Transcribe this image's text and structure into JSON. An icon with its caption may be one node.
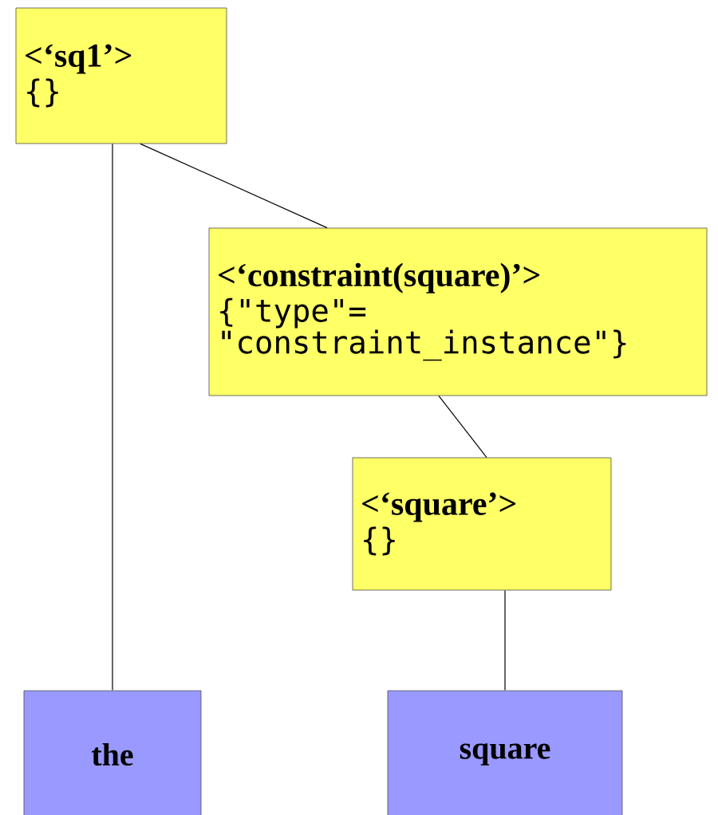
{
  "diagram": {
    "nodes": [
      {
        "text": [
          "<‘sq1’>",
          "{}"
        ]
      },
      {
        "text": [
          "<‘constraint(square)’>",
          "{\"type\"= \"constraint_instance\"}"
        ]
      },
      {
        "text": [
          "<‘square’>",
          "{}"
        ]
      },
      {
        "text": [
          "the"
        ]
      },
      {
        "text": [
          "square"
        ]
      }
    ],
    "edges": [
      {
        "from": 0,
        "to": 3,
        "arrow": "none"
      },
      {
        "from": 0,
        "to": 1,
        "arrow": "none"
      },
      {
        "from": 1,
        "to": 2,
        "arrow": "none"
      },
      {
        "from": 2,
        "to": 4,
        "arrow": "none"
      }
    ]
  }
}
